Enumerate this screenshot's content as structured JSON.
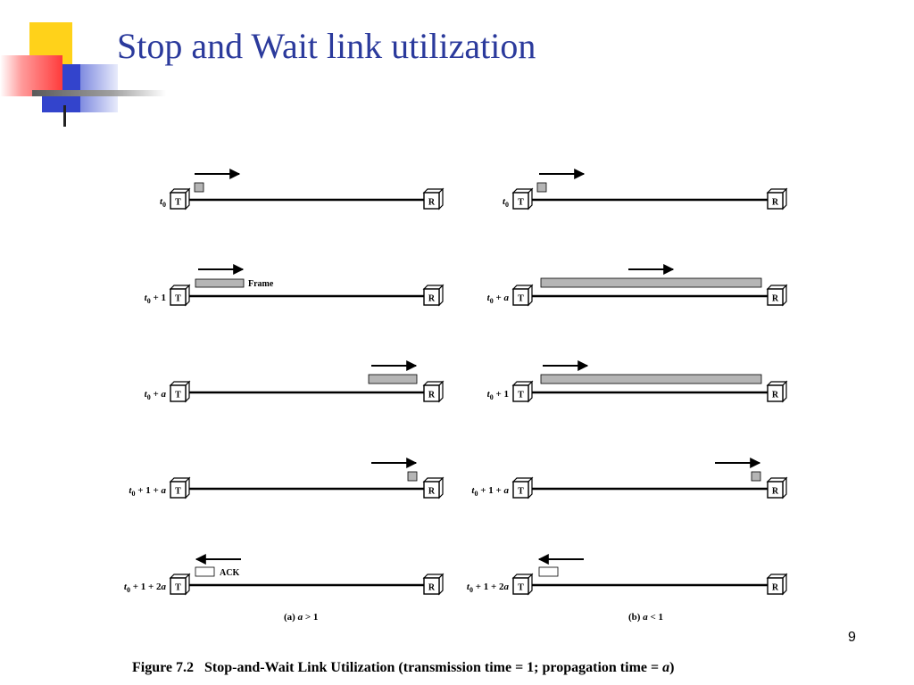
{
  "slide": {
    "title": "Stop and Wait link utilization",
    "page_number": "9",
    "accent_colors": {
      "yellow": "#ffd21a",
      "blue": "#3344cc",
      "red": "#ff3b3b",
      "title": "#2b3a9c"
    }
  },
  "figure": {
    "caption_prefix": "Figure 7.2   Stop-and-Wait Link Utilization (transmission time = 1; propagation time = ",
    "caption_var": "a",
    "caption_suffix": ")",
    "transmitter_label": "T",
    "receiver_label": "R",
    "frame_label": "Frame",
    "ack_label": "ACK",
    "panel_a": {
      "caption_prefix": "(a) ",
      "caption_var": "a",
      "caption_suffix": " > 1",
      "time_labels": [
        {
          "base": "t",
          "sub": "0",
          "rest": "",
          "var": ""
        },
        {
          "base": "t",
          "sub": "0",
          "rest": " + 1",
          "var": ""
        },
        {
          "base": "t",
          "sub": "0",
          "rest": " + ",
          "var": "a"
        },
        {
          "base": "t",
          "sub": "0",
          "rest": " + 1 + ",
          "var": "a"
        },
        {
          "base": "t",
          "sub": "0",
          "rest": " + 1 + 2",
          "var": "a"
        }
      ]
    },
    "panel_b": {
      "caption_prefix": "(b) ",
      "caption_var": "a",
      "caption_suffix": " < 1",
      "time_labels": [
        {
          "base": "t",
          "sub": "0",
          "rest": "",
          "var": ""
        },
        {
          "base": "t",
          "sub": "0",
          "rest": " + ",
          "var": "a"
        },
        {
          "base": "t",
          "sub": "0",
          "rest": " + 1",
          "var": ""
        },
        {
          "base": "t",
          "sub": "0",
          "rest": " + 1 + ",
          "var": "a"
        },
        {
          "base": "t",
          "sub": "0",
          "rest": " + 1 + 2",
          "var": "a"
        }
      ]
    }
  }
}
